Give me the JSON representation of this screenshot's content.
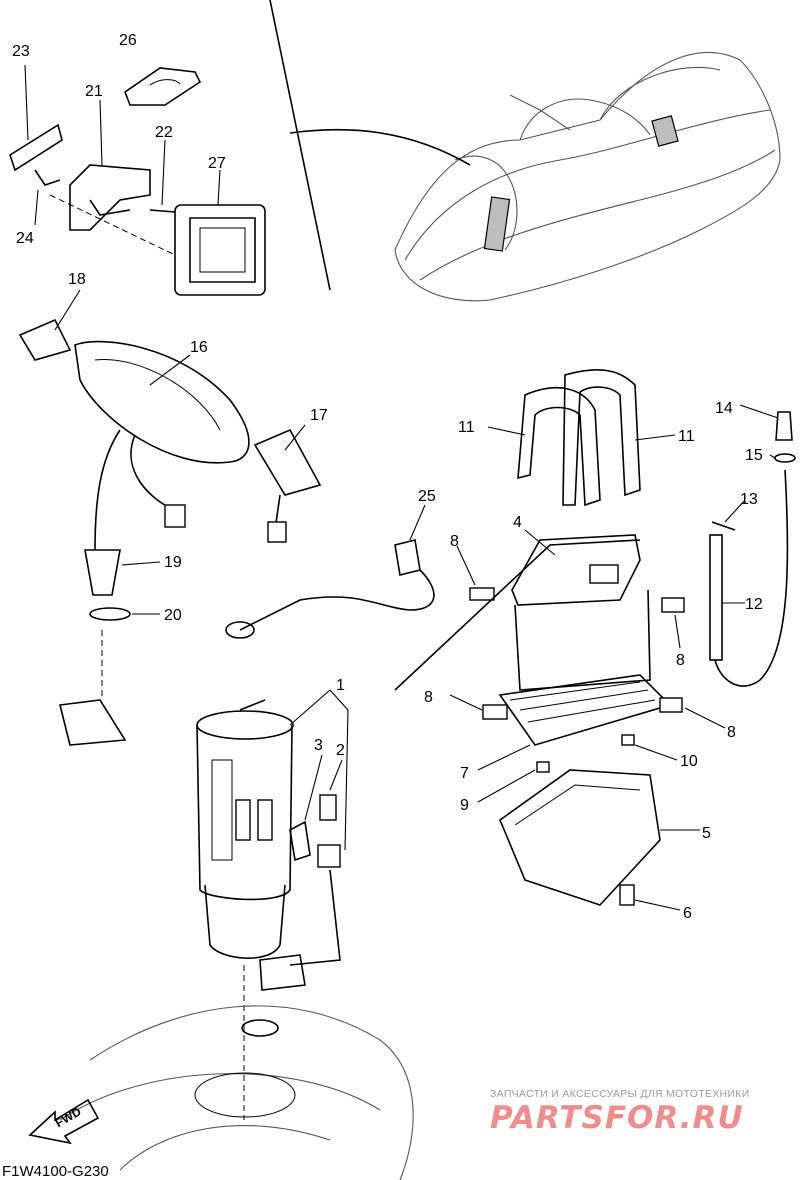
{
  "diagram": {
    "code": "F1W4100-G230",
    "direction_label": "FWD",
    "labels": [
      "1",
      "2",
      "3",
      "4",
      "5",
      "6",
      "7",
      "8",
      "8",
      "8",
      "8",
      "9",
      "10",
      "11",
      "11",
      "12",
      "13",
      "14",
      "15",
      "16",
      "17",
      "18",
      "19",
      "20",
      "21",
      "22",
      "23",
      "24",
      "25",
      "26",
      "27"
    ]
  },
  "watermark": {
    "caption": "ЗАПЧАСТИ И АКСЕССУАРЫ ДЛЯ МОТОТЕХНИКИ",
    "brand": "PARTSFOR.RU"
  }
}
